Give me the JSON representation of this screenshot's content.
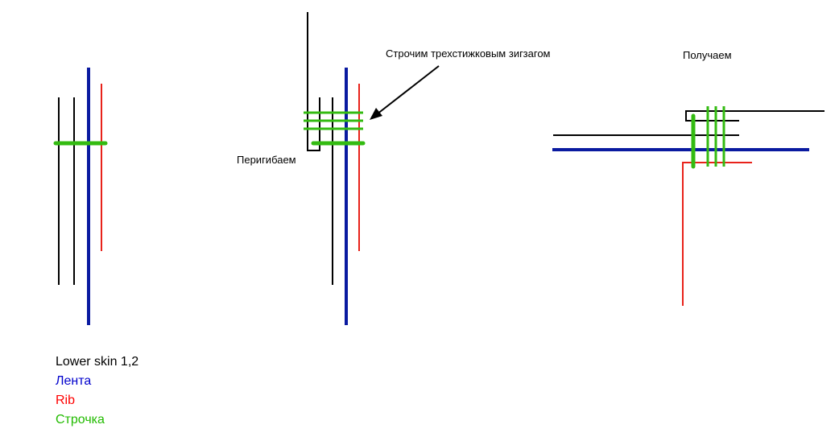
{
  "annotations": {
    "stitch_note": "Строчим трехстижковым зигзагом",
    "fold_note": "Перигибаем",
    "result_note": "Получаем"
  },
  "legend": [
    {
      "key": "skin",
      "label": "Lower skin 1,2",
      "color": "#000000"
    },
    {
      "key": "tape",
      "label": "Лента",
      "color": "#0000cc"
    },
    {
      "key": "rib",
      "label": "Rib",
      "color": "#ff0000"
    },
    {
      "key": "stitch",
      "label": "Строчка",
      "color": "#22bb00"
    }
  ],
  "colors": {
    "skin": "#000000",
    "tape": "#0a1aa0",
    "rib": "#e8221a",
    "stitch": "#33bb11"
  }
}
